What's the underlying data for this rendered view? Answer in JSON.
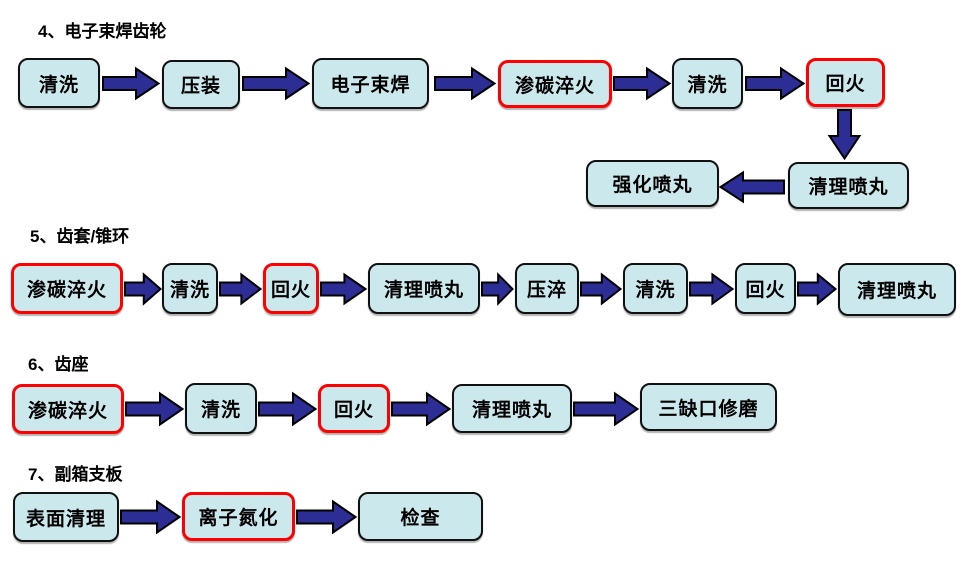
{
  "colors": {
    "background": "#ffffff",
    "box_fill": "#cbe8ec",
    "box_border": "#111111",
    "highlight_border": "#ff0000",
    "arrow_fill": "#2d2d96",
    "arrow_outline": "#000000",
    "text": "#000000"
  },
  "sections": [
    {
      "title": "4、电子束焊齿轮",
      "nodes": [
        {
          "label": "清洗",
          "highlight": false
        },
        {
          "label": "压装",
          "highlight": false
        },
        {
          "label": "电子束焊",
          "highlight": false
        },
        {
          "label": "渗碳淬火",
          "highlight": true
        },
        {
          "label": "清洗",
          "highlight": false
        },
        {
          "label": "回火",
          "highlight": true
        },
        {
          "label": "清理喷丸",
          "highlight": false
        },
        {
          "label": "强化喷丸",
          "highlight": false
        }
      ]
    },
    {
      "title": "5、齿套/锥环",
      "nodes": [
        {
          "label": "渗碳淬火",
          "highlight": true
        },
        {
          "label": "清洗",
          "highlight": false
        },
        {
          "label": "回火",
          "highlight": true
        },
        {
          "label": "清理喷丸",
          "highlight": false
        },
        {
          "label": "压淬",
          "highlight": false
        },
        {
          "label": "清洗",
          "highlight": false
        },
        {
          "label": "回火",
          "highlight": false
        },
        {
          "label": "清理喷丸",
          "highlight": false
        }
      ]
    },
    {
      "title": "6、齿座",
      "nodes": [
        {
          "label": "渗碳淬火",
          "highlight": true
        },
        {
          "label": "清洗",
          "highlight": false
        },
        {
          "label": "回火",
          "highlight": true
        },
        {
          "label": "清理喷丸",
          "highlight": false
        },
        {
          "label": "三缺口修磨",
          "highlight": false
        }
      ]
    },
    {
      "title": "7、副箱支板",
      "nodes": [
        {
          "label": "表面清理",
          "highlight": false
        },
        {
          "label": "离子氮化",
          "highlight": true
        },
        {
          "label": "检查",
          "highlight": false
        }
      ]
    }
  ]
}
